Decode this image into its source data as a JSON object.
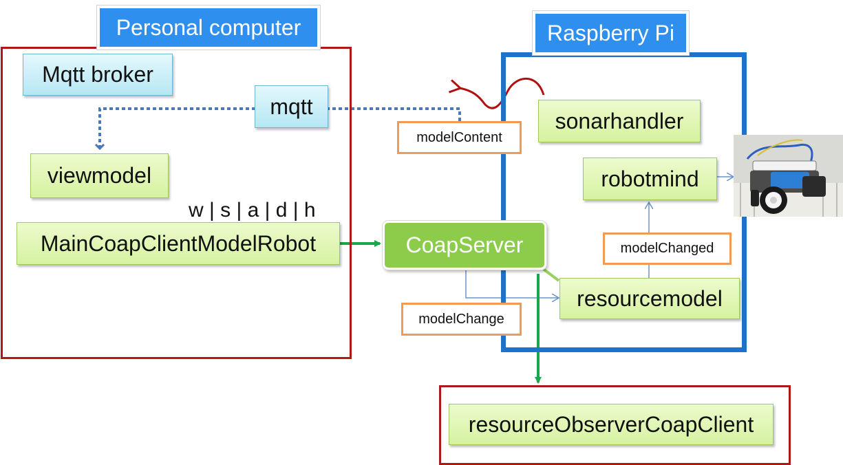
{
  "groups": {
    "personal_computer": "Personal computer",
    "raspberry_pi": "Raspberry Pi"
  },
  "nodes": {
    "mqtt_broker": "Mqtt broker",
    "mqtt": "mqtt",
    "viewmodel": "viewmodel",
    "main_client": "MainCoapClientModelRobot",
    "coap_server": "CoapServer",
    "sonarhandler": "sonarhandler",
    "robotmind": "robotmind",
    "resourcemodel": "resourcemodel",
    "observer_client": "resourceObserverCoapClient"
  },
  "labels": {
    "keys": "w | s | a | d | h",
    "model_content": "modelContent",
    "model_changed": "modelChanged",
    "model_change": "modelChange"
  },
  "colors": {
    "pc_frame": "#b01818",
    "pi_frame": "#1f72c9",
    "mqtt_line": "#4a78b8",
    "green_arrow": "#1aa64a",
    "light_green_arrow": "#9ad15c",
    "thin_arrow": "#6a92c8",
    "sonar_curve": "#b01010"
  },
  "image": {
    "description": "robot-photo"
  }
}
